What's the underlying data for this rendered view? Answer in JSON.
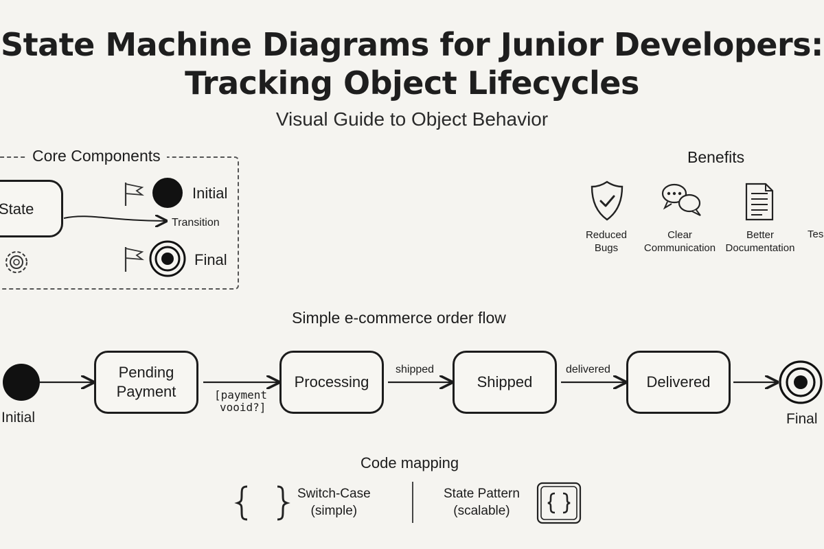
{
  "header": {
    "title_line1": "State Machine Diagrams for Junior Developers:",
    "title_line2": "Tracking Object Lifecycles",
    "subtitle": "Visual Guide to Object Behavior"
  },
  "core_components": {
    "heading": "Core Components",
    "state_label": "State",
    "transition_label": "Transition",
    "initial_label": "Initial",
    "final_label": "Final"
  },
  "benefits": {
    "heading": "Benefits",
    "items": [
      {
        "line1": "Reduced",
        "line2": "Bugs",
        "icon": "shield-check-icon"
      },
      {
        "line1": "Clear",
        "line2": "Communication",
        "icon": "chat-bubbles-icon"
      },
      {
        "line1": "Better",
        "line2": "Documentation",
        "icon": "document-icon"
      },
      {
        "line1": "Tes",
        "line2": "",
        "icon": ""
      }
    ]
  },
  "order_flow": {
    "heading": "Simple e-commerce order flow",
    "initial_label": "Initial",
    "final_label": "Final",
    "states": [
      {
        "line1": "Pending",
        "line2": "Payment"
      },
      {
        "line1": "Processing",
        "line2": ""
      },
      {
        "line1": "Shipped",
        "line2": ""
      },
      {
        "line1": "Delivered",
        "line2": ""
      }
    ],
    "transitions": [
      {
        "line1": "[payment",
        "line2": "vooid?]"
      },
      {
        "line1": "shipped",
        "line2": ""
      },
      {
        "line1": "delivered",
        "line2": ""
      }
    ]
  },
  "code_mapping": {
    "heading": "Code mapping",
    "switch_case": {
      "line1": "Switch-Case",
      "line2": "(simple)",
      "icon": "curly-braces-icon"
    },
    "state_pattern": {
      "line1": "State Pattern",
      "line2": "(scalable)",
      "icon": "boxed-braces-icon"
    }
  }
}
